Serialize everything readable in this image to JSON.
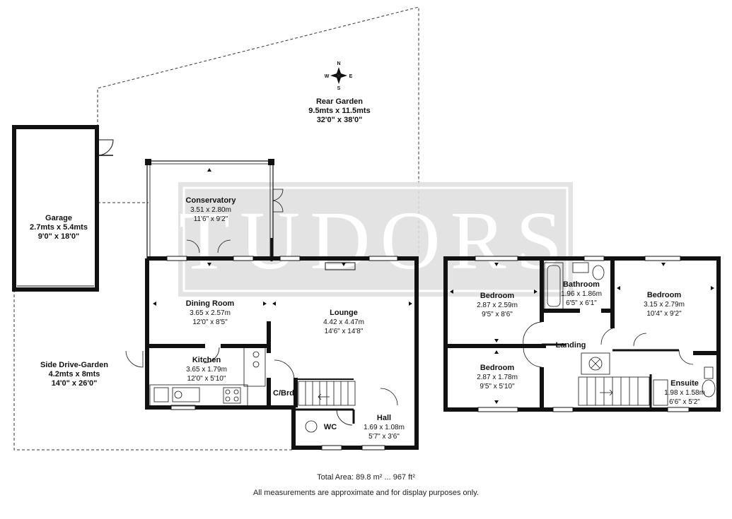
{
  "watermark": "TUDORS",
  "compass": {
    "n": "N",
    "s": "S",
    "e": "E",
    "w": "W"
  },
  "rooms": {
    "rear_garden": {
      "name": "Rear Garden",
      "metric": "9.5mts x 11.5mts",
      "imperial": "32'0\" x 38'0\""
    },
    "garage": {
      "name": "Garage",
      "metric": "2.7mts x 5.4mts",
      "imperial": "9'0\" x 18'0\""
    },
    "conservatory": {
      "name": "Conservatory",
      "metric": "3.51 x 2.80m",
      "imperial": "11'6\" x 9'2\""
    },
    "dining_room": {
      "name": "Dining Room",
      "metric": "3.65 x 2.57m",
      "imperial": "12'0\" x 8'5\""
    },
    "lounge": {
      "name": "Lounge",
      "metric": "4.42 x 4.47m",
      "imperial": "14'6\" x 14'8\""
    },
    "kitchen": {
      "name": "Kitchen",
      "metric": "3.65 x 1.79m",
      "imperial": "12'0\" x 5'10\""
    },
    "side_drive": {
      "name": "Side Drive-Garden",
      "metric": "4.2mts x 8mts",
      "imperial": "14'0\" x 26'0\""
    },
    "cbrd": {
      "name": "C/Brd"
    },
    "wc": {
      "name": "WC"
    },
    "hall": {
      "name": "Hall",
      "metric": "1.69 x 1.08m",
      "imperial": "5'7\" x 3'6\""
    },
    "bedroom1": {
      "name": "Bedroom",
      "metric": "2.87 x 2.59m",
      "imperial": "9'5\" x 8'6\""
    },
    "bathroom": {
      "name": "Bathroom",
      "metric": "1.96 x 1.86m",
      "imperial": "6'5\" x 6'1\""
    },
    "bedroom2": {
      "name": "Bedroom",
      "metric": "3.15 x 2.79m",
      "imperial": "10'4\" x 9'2\""
    },
    "landing": {
      "name": "Landing"
    },
    "bedroom3": {
      "name": "Bedroom",
      "metric": "2.87 x 1.78m",
      "imperial": "9'5\" x 5'10\""
    },
    "ensuite": {
      "name": "Ensuite",
      "metric": "1.98 x 1.58m",
      "imperial": "6'6\" x 5'2\""
    }
  },
  "footer": {
    "total_area": "Total Area: 89.8 m² ... 967 ft²",
    "disclaimer": "All measurements are approximate and for display purposes only."
  }
}
